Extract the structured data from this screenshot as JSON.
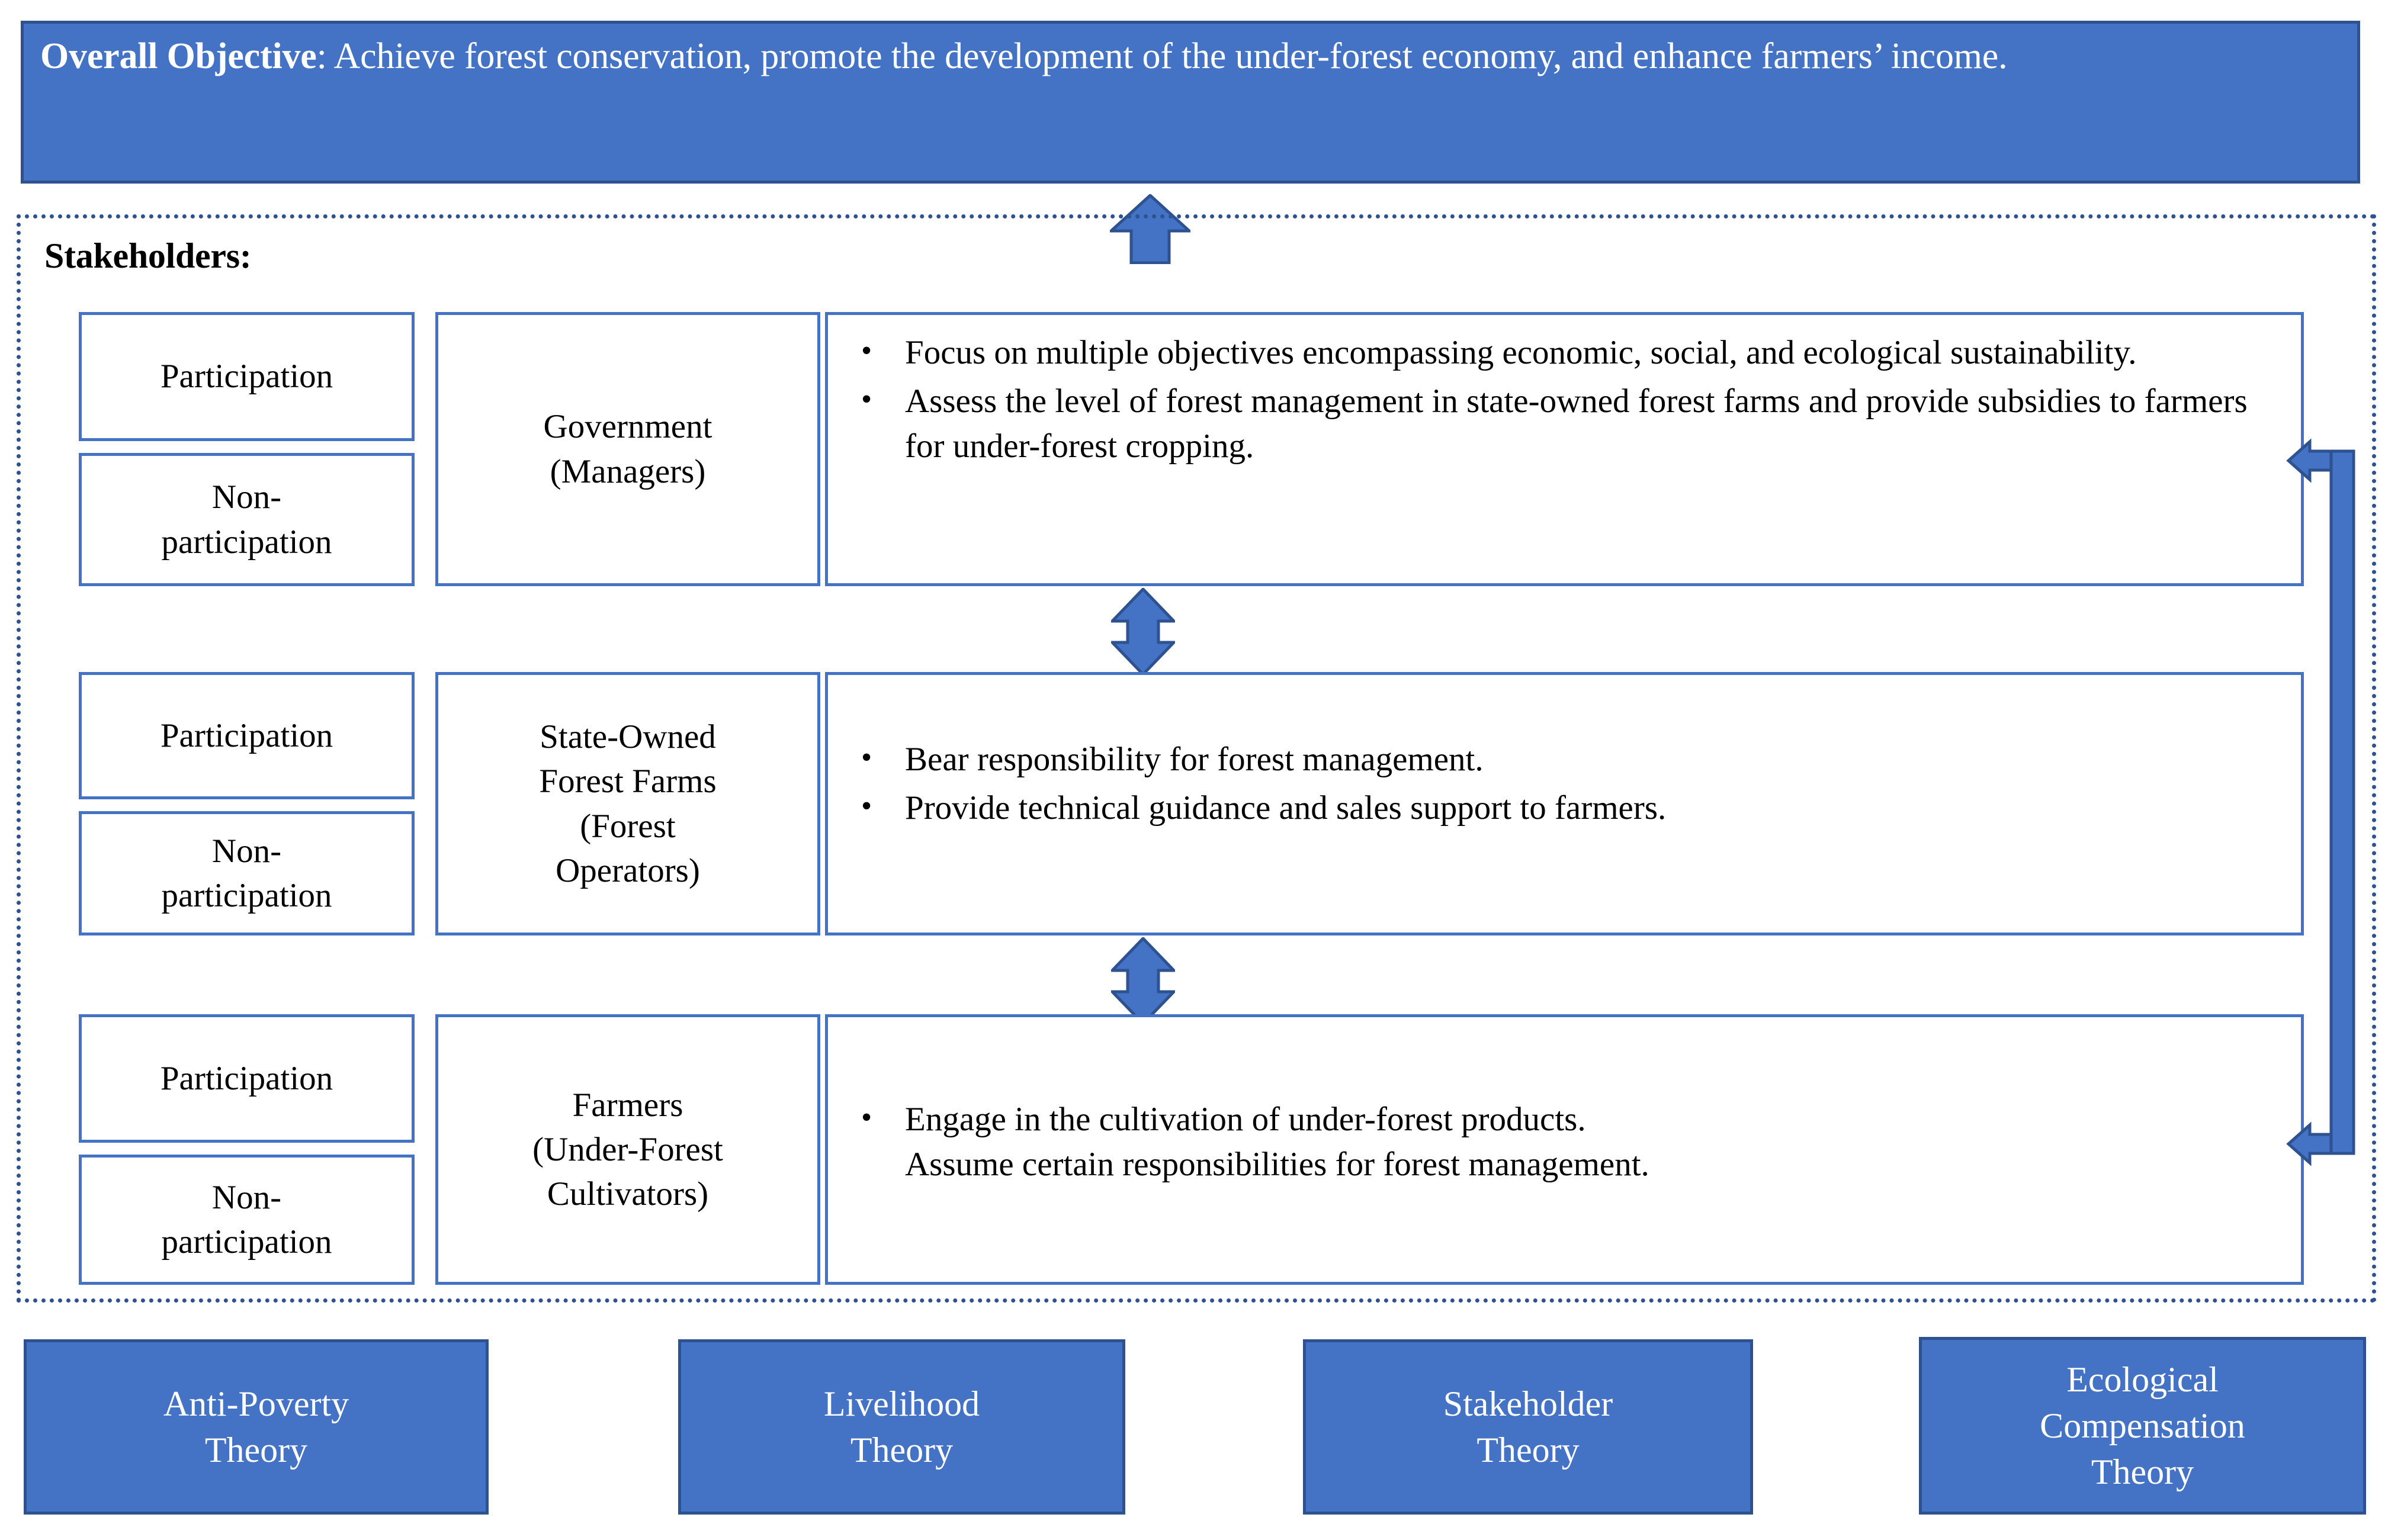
{
  "objective": {
    "lead": "Overall Objective",
    "text": ": Achieve forest conservation, promote the development of the under-forest economy, and enhance farmers’ income."
  },
  "stakeholders": {
    "label": "Stakeholders:",
    "status_options": [
      "Participation",
      "Non-participation"
    ],
    "rows": [
      {
        "status": [
          "Participation",
          "Non-\nparticipation"
        ],
        "role": "Government\n(Managers)",
        "bullets": [
          {
            "text": "Focus on multiple objectives encompassing economic, social, and ecological sustainability.",
            "bulleted": true
          },
          {
            "text": "Assess the level of forest management in state-owned forest farms and provide subsidies to farmers for under-forest cropping.",
            "bulleted": true
          }
        ]
      },
      {
        "status": [
          "Participation",
          "Non-\nparticipation"
        ],
        "role": "State-Owned\nForest Farms\n(Forest\nOperators)",
        "bullets": [
          {
            "text": "Bear responsibility for forest management.",
            "bulleted": true
          },
          {
            "text": "Provide technical guidance and sales support to farmers.",
            "bulleted": true
          }
        ]
      },
      {
        "status": [
          "Participation",
          "Non-\nparticipation"
        ],
        "role": "Farmers\n(Under-Forest\nCultivators)",
        "bullets": [
          {
            "text": "Engage in the cultivation of under-forest products.",
            "bulleted": true
          },
          {
            "text": "Assume certain responsibilities for forest management.",
            "bulleted": false
          }
        ]
      }
    ]
  },
  "theories": [
    {
      "label": "Anti-Poverty\nTheory"
    },
    {
      "label": "Livelihood\nTheory"
    },
    {
      "label": "Stakeholder\nTheory"
    },
    {
      "label": "Ecological\nCompensation\nTheory"
    }
  ],
  "colors": {
    "accent_fill": "#4472C4",
    "accent_border": "#2E528F",
    "box_border": "#4472C4",
    "text_on_accent": "#FFFFFF",
    "page_background": "#FFFFFF"
  },
  "icons": {
    "arrow_up": "arrow-up-icon",
    "arrow_up_down": "arrow-up-down-icon",
    "arrow_left": "arrow-left-icon",
    "bullet": "bullet-dot-icon"
  },
  "bullet_glyph": "•"
}
